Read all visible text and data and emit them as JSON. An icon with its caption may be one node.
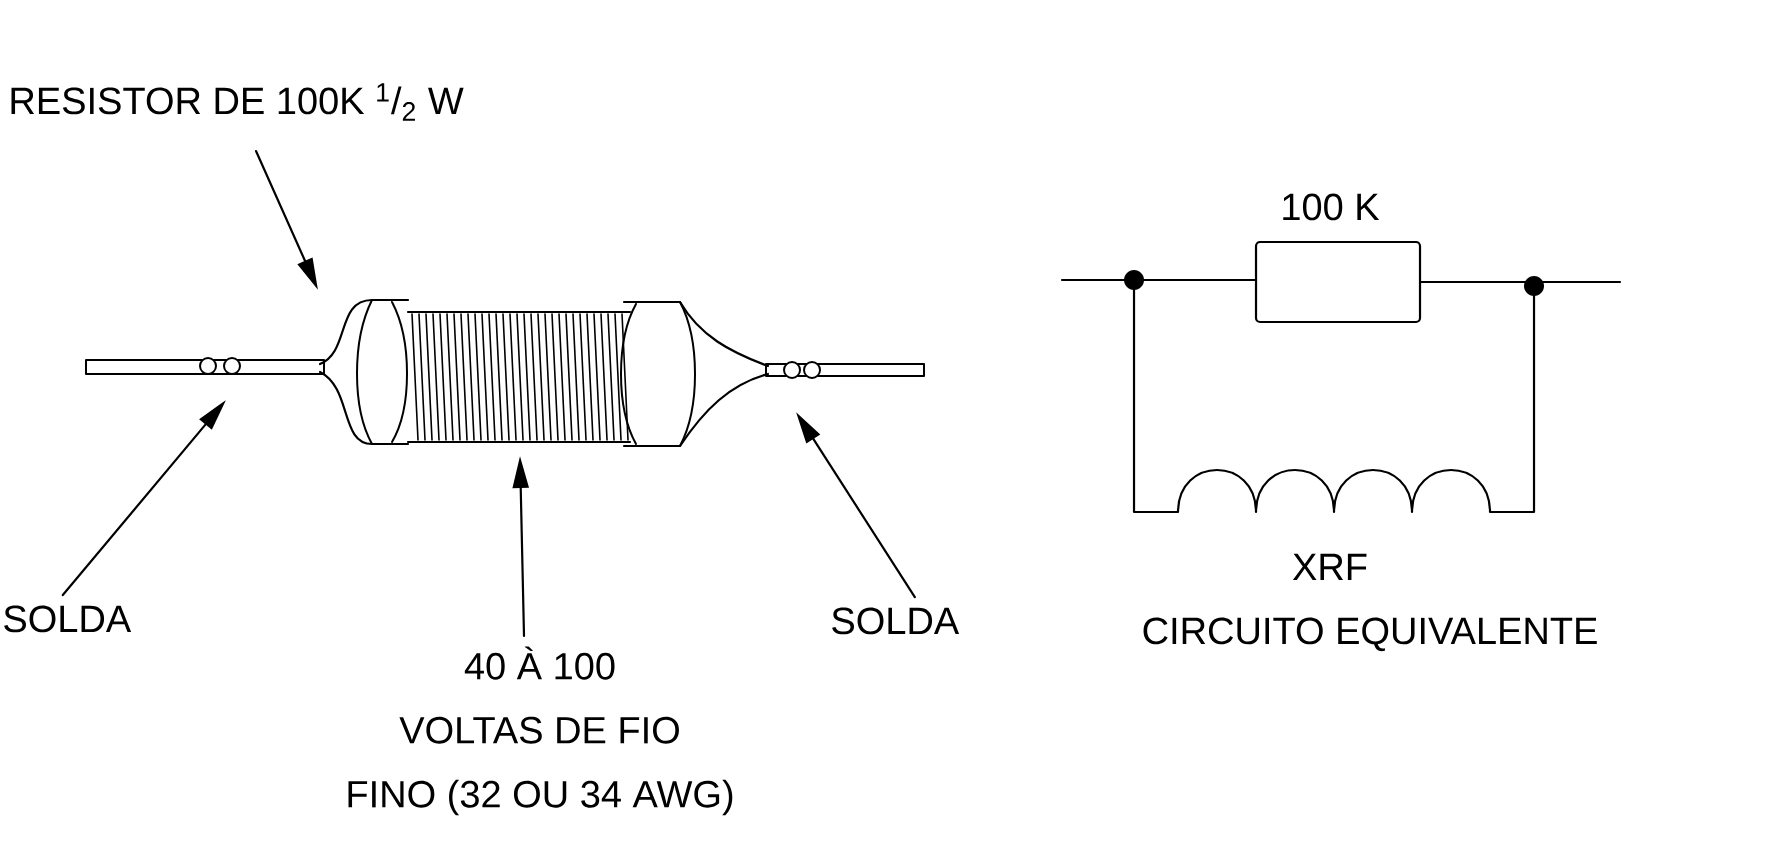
{
  "diagram": {
    "nodes": [
      {
        "text": [
          "RESISTOR DE 100K $^{1}$/$_{2}$ W"
        ]
      },
      {
        "text": [
          "SOLDA"
        ]
      },
      {
        "text": [
          "40 À 100 VOLTAS DE FIO FINO (32 OU 34 AWG)"
        ]
      },
      {
        "text": [
          "SOLDA"
        ]
      }
    ],
    "edges": [
      {
        "from": 0,
        "to": null,
        "arrow": "to"
      },
      {
        "from": 1,
        "to": null,
        "arrow": "to"
      },
      {
        "from": 2,
        "to": null,
        "arrow": "to"
      },
      {
        "from": 3,
        "to": null,
        "arrow": "to"
      }
    ],
    "labels": [
      "100 K",
      "XRF",
      "CIRCUITO EQUIVALENTE"
    ]
  }
}
